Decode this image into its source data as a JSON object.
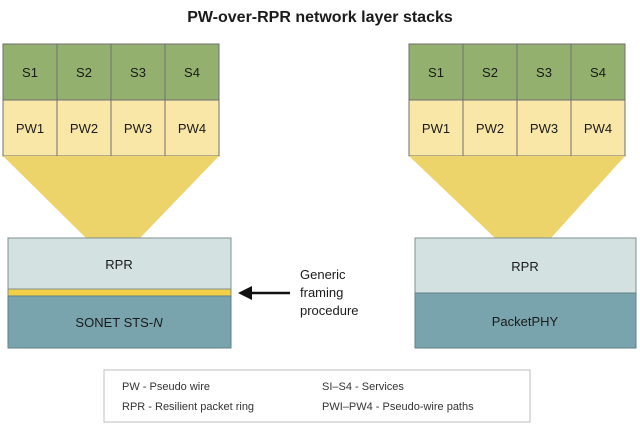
{
  "title": "PW-over-RPR network layer stacks",
  "colors": {
    "service_fill": "#93b06f",
    "pw_fill": "#f9e7a8",
    "funnel_fill": "#ecd36a",
    "rpr_fill": "#d3e1e1",
    "sonet_fill": "#7aa4ad",
    "gfp_strip": "#f1cf46",
    "border": "#6f6f6f"
  },
  "left_stack": {
    "services": [
      "S1",
      "S2",
      "S3",
      "S4"
    ],
    "pseudowires": [
      "PW1",
      "PW2",
      "PW3",
      "PW4"
    ],
    "rpr_label": "RPR",
    "bottom_prefix": "SONET STS-",
    "bottom_suffix": "N"
  },
  "right_stack": {
    "services": [
      "S1",
      "S2",
      "S3",
      "S4"
    ],
    "pseudowires": [
      "PW1",
      "PW2",
      "PW3",
      "PW4"
    ],
    "rpr_label": "RPR",
    "bottom_label": "PacketPHY"
  },
  "annotation": {
    "lines": [
      "Generic",
      "framing",
      "procedure"
    ],
    "icon": "arrow-left-icon"
  },
  "legend": {
    "col1": [
      "PW - Pseudo wire",
      "RPR - Resilient packet ring"
    ],
    "col2": [
      "SI–S4 - Services",
      "PWI–PW4 - Pseudo-wire paths"
    ]
  }
}
